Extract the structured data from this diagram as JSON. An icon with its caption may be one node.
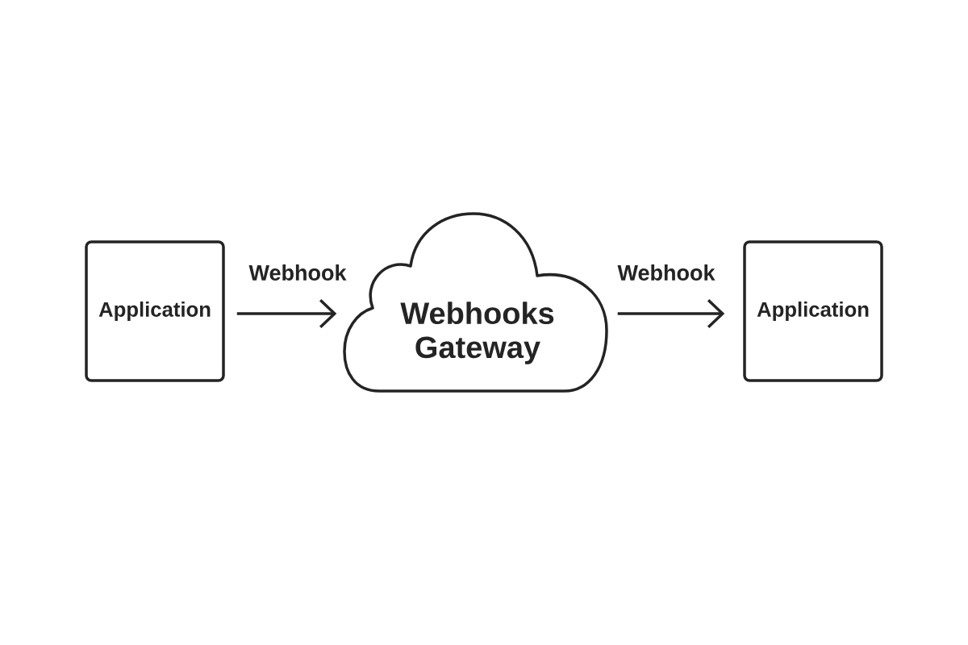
{
  "diagram": {
    "nodes": [
      {
        "text": [
          "Application"
        ]
      },
      {
        "text": [
          "Webhooks Gateway"
        ]
      },
      {
        "text": [
          "Application"
        ]
      }
    ],
    "edges": [
      {
        "from": 0,
        "to": 1,
        "arrow": "to",
        "label": "Webhook"
      },
      {
        "from": 1,
        "to": 2,
        "arrow": "to",
        "label": "Webhook"
      }
    ]
  }
}
